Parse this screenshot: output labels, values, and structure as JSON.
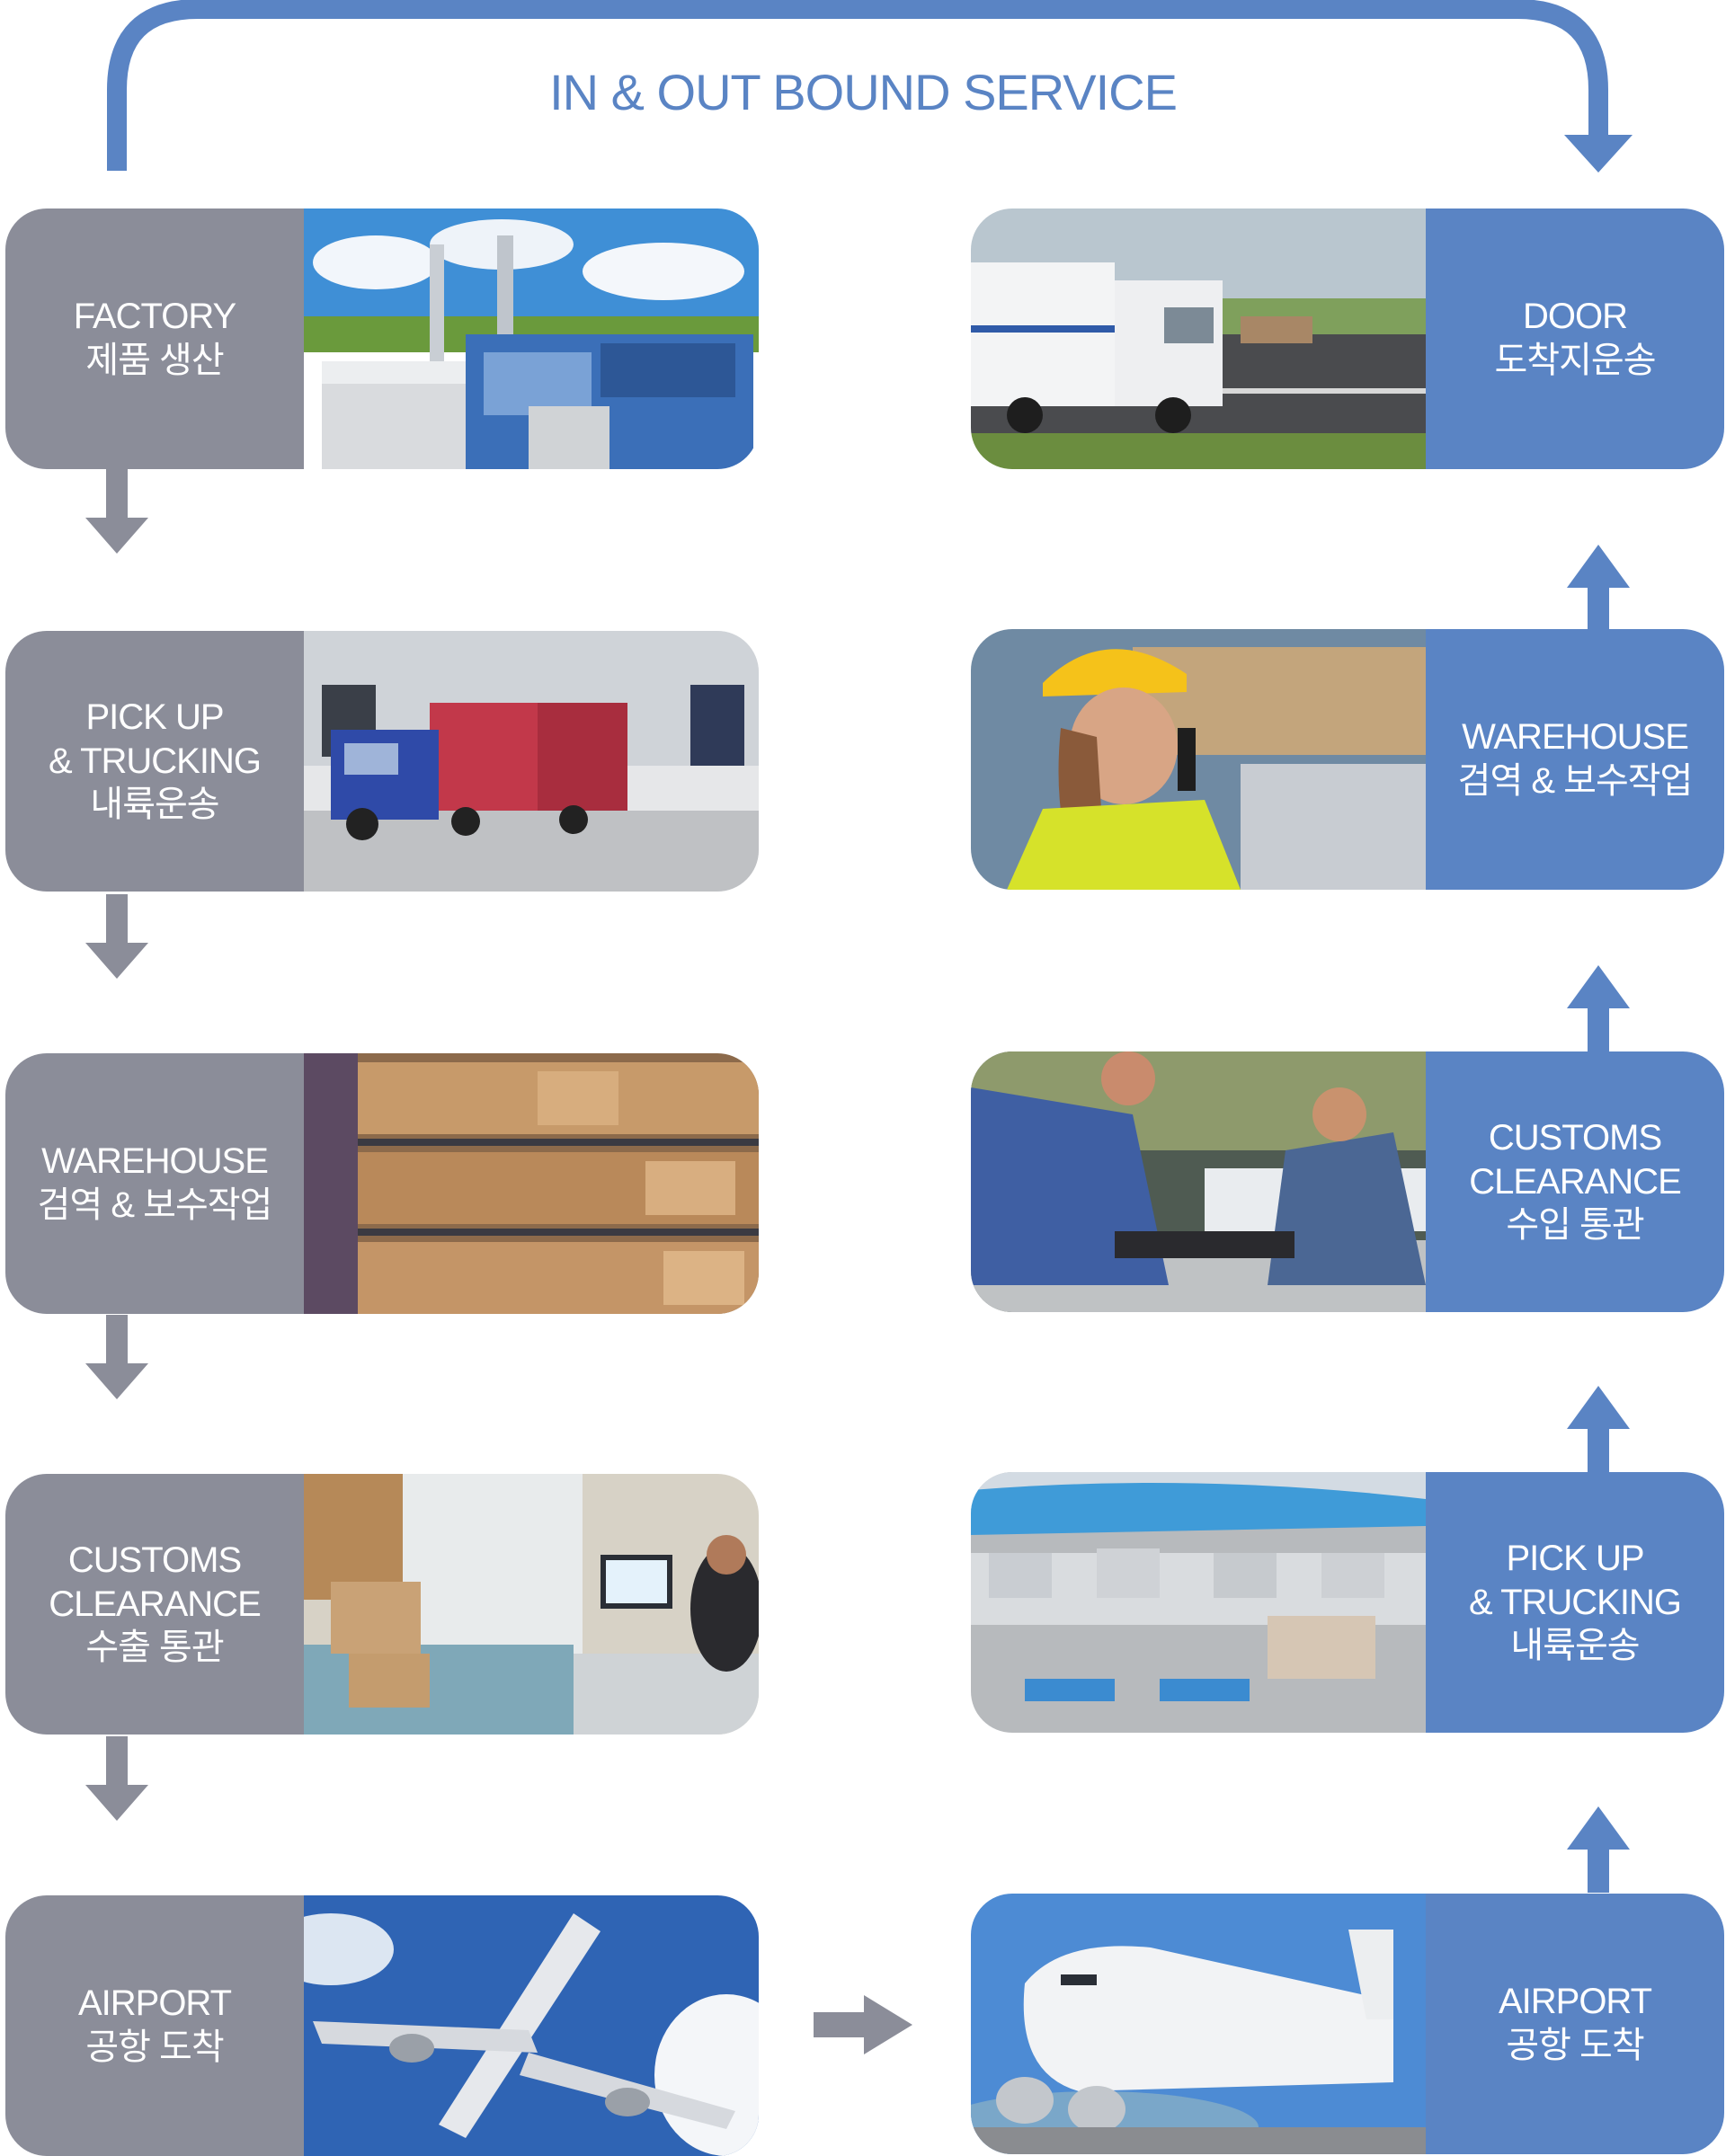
{
  "title": "IN & OUT BOUND SERVICE",
  "colors": {
    "outbound": "#8b8d99",
    "inbound": "#5a84c4",
    "accent_text": "#5a84c4",
    "arrow_grey": "#8b8d99",
    "arrow_blue": "#5a84c4"
  },
  "outbound_steps": [
    {
      "label": "FACTORY\n제품 생산",
      "photo": "factory-photo"
    },
    {
      "label": "PICK UP\n& TRUCKING\n내륙운송",
      "photo": "truck-loading-dock-photo"
    },
    {
      "label": "WAREHOUSE\n검역 & 보수작업",
      "photo": "warehouse-shelves-photo"
    },
    {
      "label": "CUSTOMS\nCLEARANCE\n수출 통관",
      "photo": "customs-office-photo"
    },
    {
      "label": "AIRPORT\n공항 도착",
      "photo": "airplane-takeoff-photo"
    }
  ],
  "inbound_steps": [
    {
      "label": "DOOR\n도착지운송",
      "photo": "truck-highway-photo"
    },
    {
      "label": "WAREHOUSE\n검역 & 보수작업",
      "photo": "worker-radio-photo"
    },
    {
      "label": "CUSTOMS\nCLEARANCE\n수입 통관",
      "photo": "inspection-hangar-photo"
    },
    {
      "label": "PICK UP\n& TRUCKING\n내륙운송",
      "photo": "air-cargo-apron-photo"
    },
    {
      "label": "AIRPORT\n공항 도착",
      "photo": "parked-airplane-photo"
    }
  ]
}
